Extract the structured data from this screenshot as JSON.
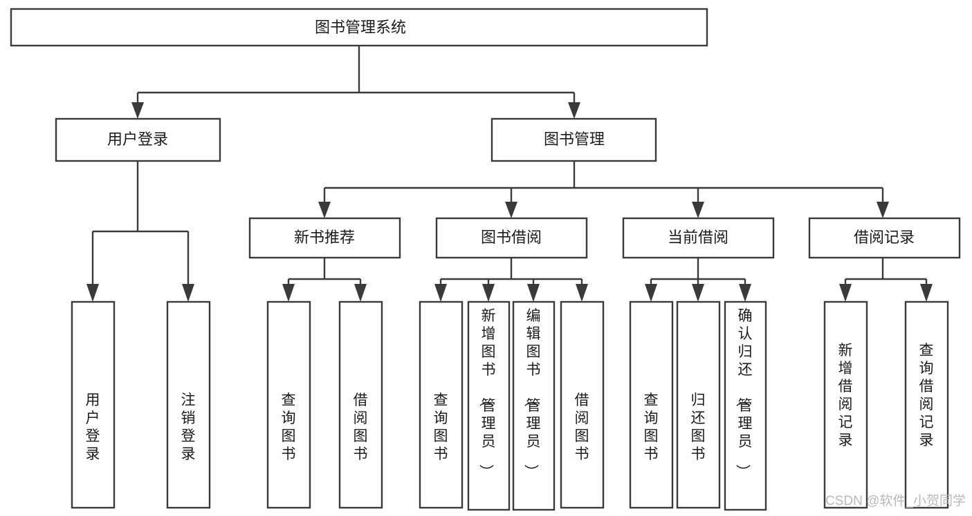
{
  "diagram": {
    "type": "tree-hierarchy",
    "title": "图书管理系统",
    "background_color": "#ffffff",
    "box_stroke_color": "#3a3a3a",
    "text_color": "#1b1b1b",
    "watermark": "CSDN @软件_小贺同学",
    "watermark_color": "#b9b9b9",
    "levels": [
      {
        "level": 1,
        "nodes": [
          {
            "id": "root",
            "label": "图书管理系统",
            "orientation": "horizontal"
          }
        ]
      },
      {
        "level": 2,
        "nodes": [
          {
            "id": "user-login",
            "label": "用户登录",
            "orientation": "horizontal",
            "parent": "root"
          },
          {
            "id": "book-manage",
            "label": "图书管理",
            "orientation": "horizontal",
            "parent": "root"
          }
        ]
      },
      {
        "level": 3,
        "nodes": [
          {
            "id": "new-book-rec",
            "label": "新书推荐",
            "orientation": "horizontal",
            "parent": "book-manage"
          },
          {
            "id": "book-borrow",
            "label": "图书借阅",
            "orientation": "horizontal",
            "parent": "book-manage"
          },
          {
            "id": "current-borrow",
            "label": "当前借阅",
            "orientation": "horizontal",
            "parent": "book-manage"
          },
          {
            "id": "borrow-record",
            "label": "借阅记录",
            "orientation": "horizontal",
            "parent": "book-manage"
          }
        ]
      },
      {
        "level": 4,
        "nodes": [
          {
            "id": "leaf-user-login",
            "label": "用户登录",
            "orientation": "vertical",
            "parent": "user-login"
          },
          {
            "id": "leaf-user-logout",
            "label": "注销登录",
            "orientation": "vertical",
            "parent": "user-login"
          },
          {
            "id": "leaf-query-book-1",
            "label": "查询图书",
            "orientation": "vertical",
            "parent": "new-book-rec"
          },
          {
            "id": "leaf-borrow-book-1",
            "label": "借阅图书",
            "orientation": "vertical",
            "parent": "new-book-rec"
          },
          {
            "id": "leaf-query-book-2",
            "label": "查询图书",
            "orientation": "vertical",
            "parent": "book-borrow"
          },
          {
            "id": "leaf-add-book",
            "label": "新增图书（管理员）",
            "orientation": "vertical",
            "parent": "book-borrow"
          },
          {
            "id": "leaf-edit-book",
            "label": "编辑图书（管理员）",
            "orientation": "vertical",
            "parent": "book-borrow"
          },
          {
            "id": "leaf-borrow-book-2",
            "label": "借阅图书",
            "orientation": "vertical",
            "parent": "book-borrow"
          },
          {
            "id": "leaf-query-book-3",
            "label": "查询图书",
            "orientation": "vertical",
            "parent": "current-borrow"
          },
          {
            "id": "leaf-return-book",
            "label": "归还图书",
            "orientation": "vertical",
            "parent": "current-borrow"
          },
          {
            "id": "leaf-confirm-return",
            "label": "确认归还（管理员）",
            "orientation": "vertical",
            "parent": "current-borrow"
          },
          {
            "id": "leaf-add-record",
            "label": "新增借阅记录",
            "orientation": "vertical",
            "parent": "borrow-record"
          },
          {
            "id": "leaf-query-record",
            "label": "查询借阅记录",
            "orientation": "vertical",
            "parent": "borrow-record"
          }
        ]
      }
    ]
  }
}
